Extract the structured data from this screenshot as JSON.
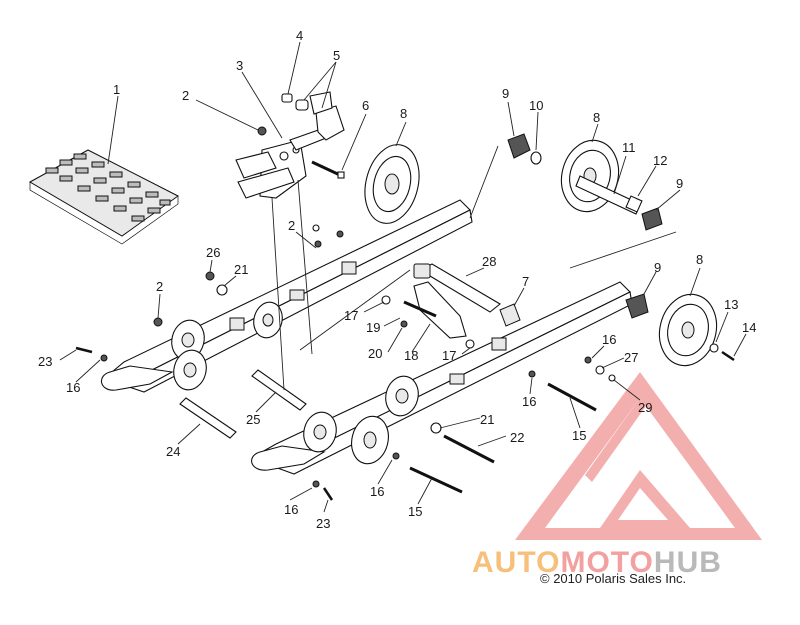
{
  "diagram": {
    "callouts": [
      {
        "id": "c1",
        "text": "1"
      },
      {
        "id": "c2a",
        "text": "2"
      },
      {
        "id": "c3",
        "text": "3"
      },
      {
        "id": "c4",
        "text": "4"
      },
      {
        "id": "c5",
        "text": "5"
      },
      {
        "id": "c6",
        "text": "6"
      },
      {
        "id": "c8a",
        "text": "8"
      },
      {
        "id": "c9a",
        "text": "9"
      },
      {
        "id": "c10",
        "text": "10"
      },
      {
        "id": "c8b",
        "text": "8"
      },
      {
        "id": "c11",
        "text": "11"
      },
      {
        "id": "c12",
        "text": "12"
      },
      {
        "id": "c9b",
        "text": "9"
      },
      {
        "id": "c2b",
        "text": "2"
      },
      {
        "id": "c26",
        "text": "26"
      },
      {
        "id": "c21a",
        "text": "21"
      },
      {
        "id": "c2c",
        "text": "2"
      },
      {
        "id": "c28",
        "text": "28"
      },
      {
        "id": "c7",
        "text": "7"
      },
      {
        "id": "c9c",
        "text": "9"
      },
      {
        "id": "c8c",
        "text": "8"
      },
      {
        "id": "c13",
        "text": "13"
      },
      {
        "id": "c14",
        "text": "14"
      },
      {
        "id": "c17a",
        "text": "17"
      },
      {
        "id": "c19",
        "text": "19"
      },
      {
        "id": "c20",
        "text": "20"
      },
      {
        "id": "c18",
        "text": "18"
      },
      {
        "id": "c17b",
        "text": "17"
      },
      {
        "id": "c16a",
        "text": "16"
      },
      {
        "id": "c27",
        "text": "27"
      },
      {
        "id": "c29",
        "text": "29"
      },
      {
        "id": "c23a",
        "text": "23"
      },
      {
        "id": "c16b",
        "text": "16"
      },
      {
        "id": "c25",
        "text": "25"
      },
      {
        "id": "c16c",
        "text": "16"
      },
      {
        "id": "c21b",
        "text": "21"
      },
      {
        "id": "c22",
        "text": "22"
      },
      {
        "id": "c15a",
        "text": "15"
      },
      {
        "id": "c24",
        "text": "24"
      },
      {
        "id": "c16d",
        "text": "16"
      },
      {
        "id": "c15b",
        "text": "15"
      },
      {
        "id": "c16e",
        "text": "16"
      },
      {
        "id": "c23b",
        "text": "23"
      }
    ]
  },
  "watermark": {
    "word_part1": "AUTO",
    "word_part2": "MOTO",
    "word_part3": "HUB",
    "color_red": "#f4a3a3",
    "color_orange": "#f6c07a",
    "color_gray": "#b9b9b9"
  },
  "copyright": "© 2010 Polaris Sales Inc."
}
